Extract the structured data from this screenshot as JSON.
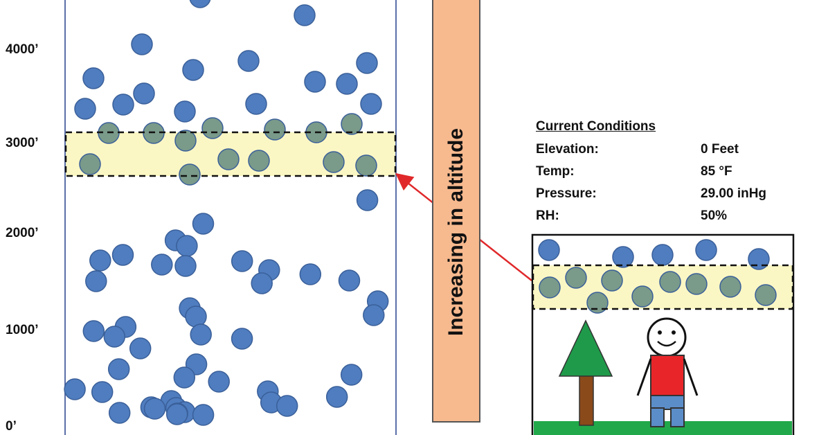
{
  "axis": {
    "ticks": [
      "4000’",
      "3000’",
      "2000’",
      "1000’",
      "0’"
    ]
  },
  "altitude_label": "Increasing in altitude",
  "conditions": {
    "title": "Current Conditions",
    "rows": [
      {
        "label": "Elevation:",
        "value": "0 Feet"
      },
      {
        "label": "Temp:",
        "value": "85 °F"
      },
      {
        "label": "Pressure:",
        "value": "29.00 inHg"
      },
      {
        "label": "RH:",
        "value": "50%"
      }
    ]
  },
  "colors": {
    "molecule": "#4f7dbf",
    "molecule_in_band": "#7a9a8a",
    "band": "#fbf7c4",
    "altitude_bar": "#f7b98e",
    "arrow": "#e0282a",
    "ground": "#21a84a",
    "tree_top": "#1f9a4a",
    "trunk": "#8b4a1a",
    "shirt": "#e8262a",
    "pants": "#5b8dc8"
  }
}
